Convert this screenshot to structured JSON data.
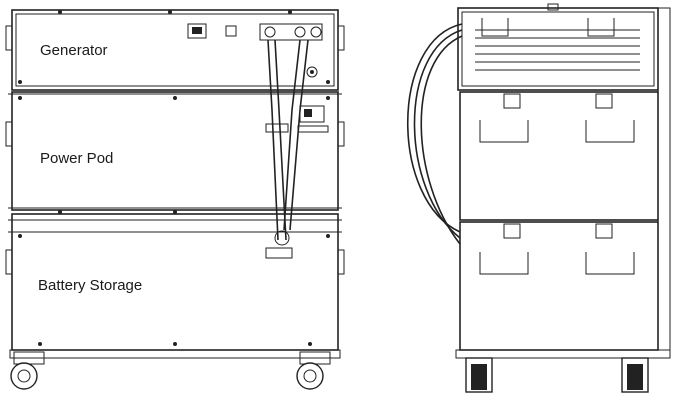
{
  "labels": {
    "generator": "Generator",
    "power_pod": "Power Pod",
    "battery_storage": "Battery Storage"
  },
  "colors": {
    "line": "#222222",
    "background": "#ffffff"
  }
}
